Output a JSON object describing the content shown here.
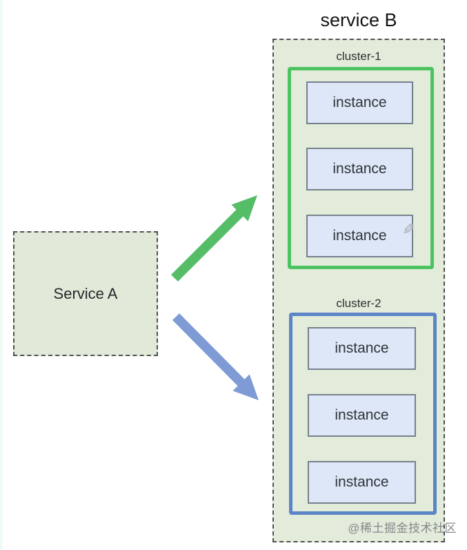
{
  "title": "service B",
  "service_b": {
    "background": "#e3ecda",
    "dashed_border_color": "#4f4f4f",
    "clusters": [
      {
        "label": "cluster-1",
        "border_color": "#4cc360",
        "instances": [
          {
            "label": "instance"
          },
          {
            "label": "instance"
          },
          {
            "label": "instance",
            "has_cursor": true
          }
        ]
      },
      {
        "label": "cluster-2",
        "border_color": "#5b85c7",
        "instances": [
          {
            "label": "instance"
          },
          {
            "label": "instance"
          },
          {
            "label": "instance"
          }
        ]
      }
    ],
    "instance_style": {
      "fill": "#dde7f7",
      "border_color": "#75808d",
      "text_color": "#2f343a"
    }
  },
  "service_a": {
    "label": "Service A",
    "background": "#e1ead8"
  },
  "arrows": [
    {
      "name": "service-a-to-cluster-1",
      "color": "#55bd66"
    },
    {
      "name": "service-a-to-cluster-2",
      "color": "#7e9bd6"
    }
  ],
  "cursor": {
    "name": "pencil-cursor",
    "glyph": "✎"
  },
  "watermark": {
    "text": "@稀土掘金技术社区",
    "color": "#84888c"
  }
}
